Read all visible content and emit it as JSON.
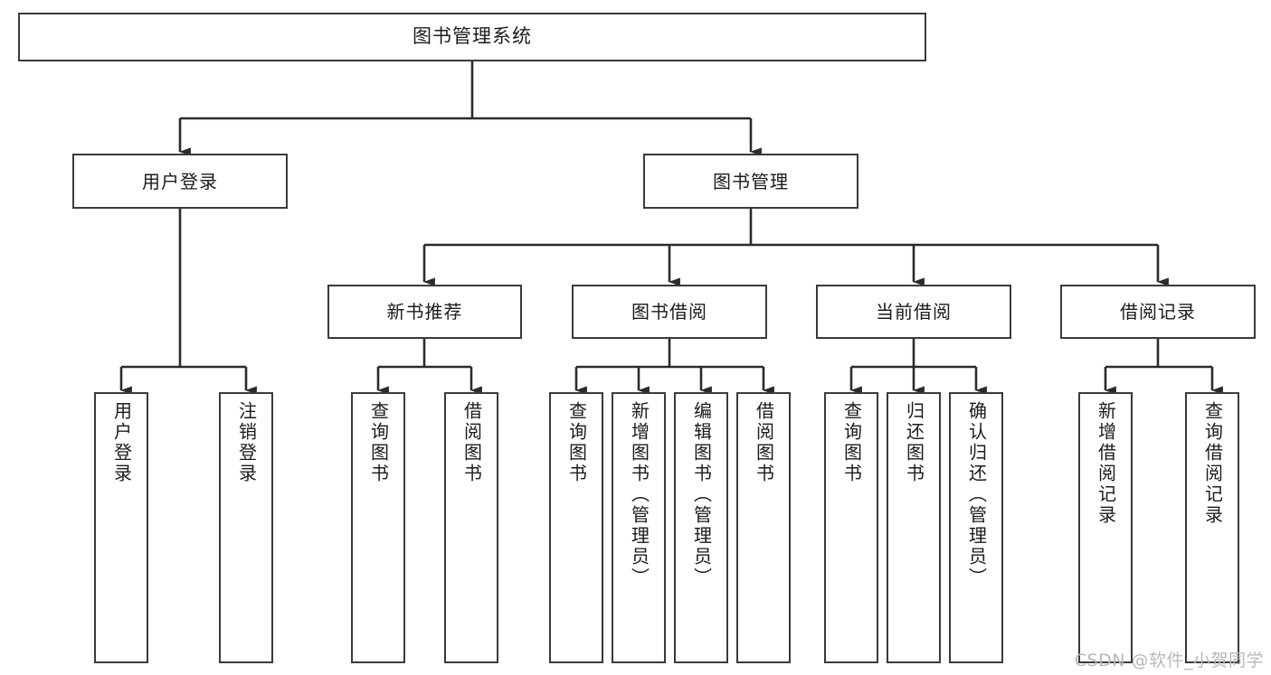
{
  "diagram": {
    "type": "tree",
    "title": "图书管理系统",
    "theme": {
      "background": "#ffffff",
      "box_stroke": "#3a3a3a",
      "box_fill": "#ffffff",
      "text_color": "#1b1b1b",
      "connector_color": "#2b2b2b",
      "watermark_color": "#b8b8b8"
    },
    "root": {
      "label": "图书管理系统"
    },
    "level1": [
      {
        "label": "用户登录"
      },
      {
        "label": "图书管理"
      }
    ],
    "level2": [
      {
        "label": "新书推荐"
      },
      {
        "label": "图书借阅"
      },
      {
        "label": "当前借阅"
      },
      {
        "label": "借阅记录"
      }
    ],
    "leaves": {
      "user_login": [
        {
          "label": "用户登录"
        },
        {
          "label": "注销登录"
        }
      ],
      "new_book_recommend": [
        {
          "label": "查询图书"
        },
        {
          "label": "借阅图书"
        }
      ],
      "book_borrow": [
        {
          "label": "查询图书"
        },
        {
          "label": "新增图书（管理员）"
        },
        {
          "label": "编辑图书（管理员）"
        },
        {
          "label": "借阅图书"
        }
      ],
      "current_borrow": [
        {
          "label": "查询图书"
        },
        {
          "label": "归还图书"
        },
        {
          "label": "确认归还（管理员）"
        }
      ],
      "borrow_records": [
        {
          "label": "新增借阅记录"
        },
        {
          "label": "查询借阅记录"
        }
      ]
    },
    "watermark": "CSDN @软件_小贺同学"
  }
}
